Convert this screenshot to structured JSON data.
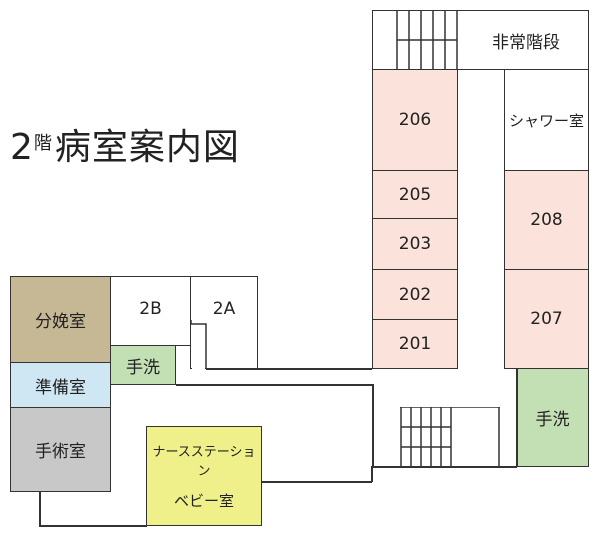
{
  "title": {
    "floor": "2",
    "small": "階",
    "main": "病室案内図"
  },
  "colors": {
    "patient_room": "#fbe2da",
    "delivery_room": "#c6b795",
    "prep_room": "#cfe6f3",
    "surgery_room": "#c8c8c8",
    "washroom": "#c3dfb4",
    "nurse_station": "#f0f08a",
    "line": "#333333"
  },
  "rooms": {
    "r206": "206",
    "r205": "205",
    "r203": "203",
    "r202": "202",
    "r201": "201",
    "r208": "208",
    "r207": "207",
    "r2b": "2B",
    "r2a": "2A",
    "shower": "シャワー室",
    "emergency_stairs": "非常階段",
    "delivery": "分娩室",
    "prep": "準備室",
    "surgery": "手術室",
    "wash_small": "手洗",
    "wash_large": "手洗",
    "nurse_station": "ナースステーション",
    "baby_room": "ベビー室"
  }
}
